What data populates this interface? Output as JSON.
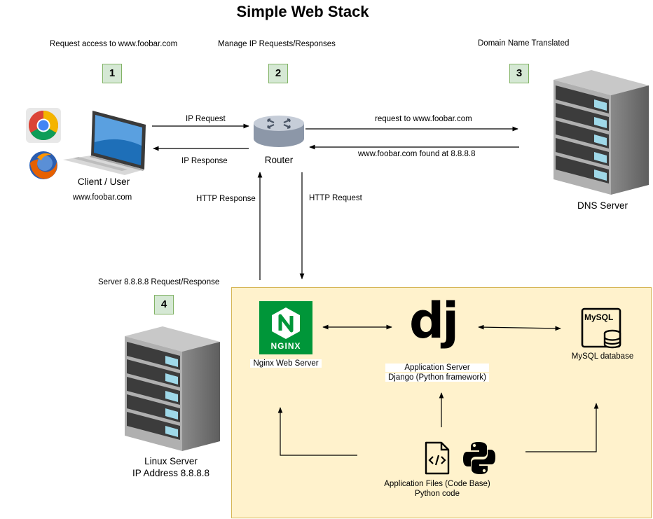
{
  "title": "Simple Web Stack",
  "steps": [
    {
      "number": "1",
      "caption": "Request access to www.foobar.com"
    },
    {
      "number": "2",
      "caption": "Manage IP Requests/Responses"
    },
    {
      "number": "3",
      "caption": "Domain Name Translated"
    },
    {
      "number": "4",
      "caption": "Server 8.8.8.8 Request/Response"
    }
  ],
  "client": {
    "name": "Client / User",
    "domain": "www.foobar.com"
  },
  "router": {
    "name": "Router"
  },
  "dns": {
    "name": "DNS Server"
  },
  "linux_server": {
    "line1": "Linux Server",
    "line2": "IP Address 8.8.8.8"
  },
  "edges": {
    "ip_request": "IP Request",
    "ip_response": "IP Response",
    "dns_request": "request to www.foobar.com",
    "dns_response": "www.foobar.com found at 8.8.8.8",
    "http_response": "HTTP Response",
    "http_request": "HTTP Request"
  },
  "stack": {
    "nginx_logo": "NGINX",
    "nginx_label": "Nginx Web Server",
    "django_logo": "dj",
    "app_server_line1": "Application Server",
    "app_server_line2": "Django (Python framework)",
    "mysql_logo": "MySQL",
    "mysql_label": "MySQL database",
    "files_line1": "Application Files (Code Base)",
    "files_line2": "Python code"
  },
  "colors": {
    "step_fill": "#d5e8d4",
    "step_border": "#82b366",
    "panel_fill": "#fff2cc",
    "panel_border": "#d6b656",
    "nginx_green": "#009639"
  },
  "icons": [
    "chrome-icon",
    "firefox-icon",
    "laptop-icon",
    "router-icon",
    "server-rack-icon",
    "nginx-logo-icon",
    "django-logo-icon",
    "mysql-database-icon",
    "code-file-icon",
    "python-logo-icon"
  ]
}
